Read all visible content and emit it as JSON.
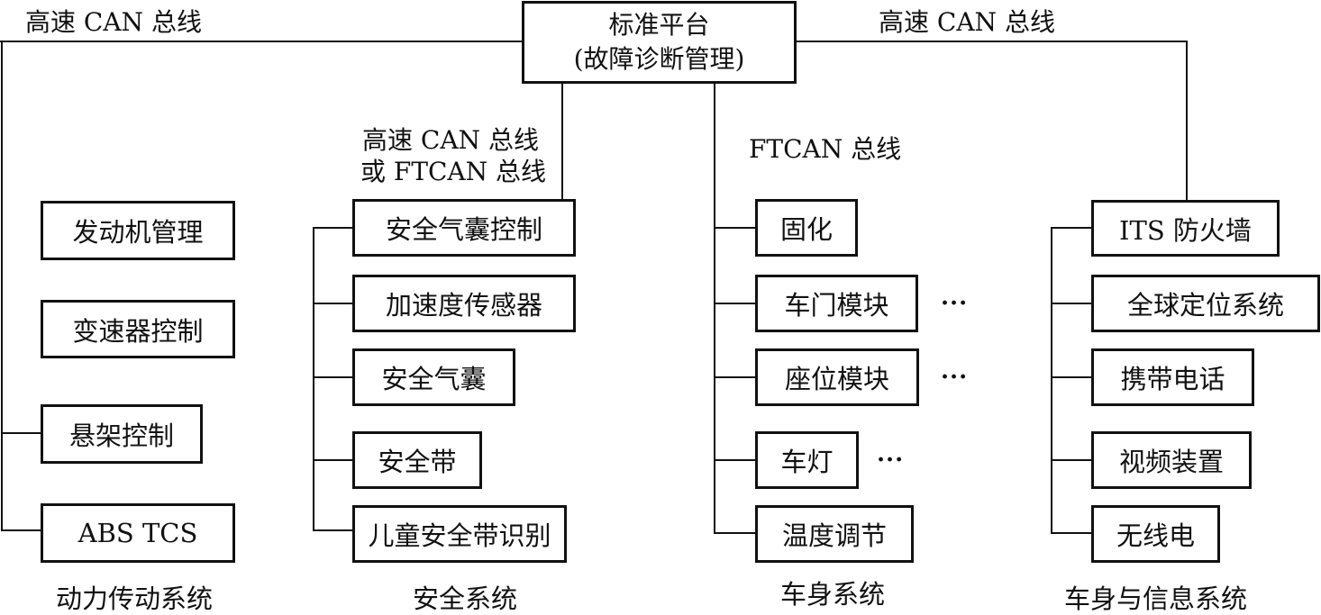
{
  "root": {
    "line1": "标准平台",
    "line2": "(故障诊断管理)"
  },
  "bus_labels": {
    "left": "高速 CAN 总线",
    "right": "高速 CAN 总线",
    "safety_line1": "高速 CAN 总线",
    "safety_line2": "或 FTCAN 总线",
    "body": "FTCAN 总线"
  },
  "groups": {
    "powertrain": {
      "caption": "动力传动系统",
      "items": [
        "发动机管理",
        "变速器控制",
        "悬架控制",
        "ABS TCS"
      ]
    },
    "safety": {
      "caption": "安全系统",
      "items": [
        "安全气囊控制",
        "加速度传感器",
        "安全气囊",
        "安全带",
        "儿童安全带识别"
      ]
    },
    "body": {
      "caption": "车身系统",
      "items": [
        "固化",
        "车门模块",
        "座位模块",
        "车灯",
        "温度调节"
      ],
      "ellipsis": "···"
    },
    "info": {
      "caption": "车身与信息系统",
      "items": [
        "ITS 防火墙",
        "全球定位系统",
        "携带电话",
        "视频装置",
        "无线电"
      ]
    }
  }
}
